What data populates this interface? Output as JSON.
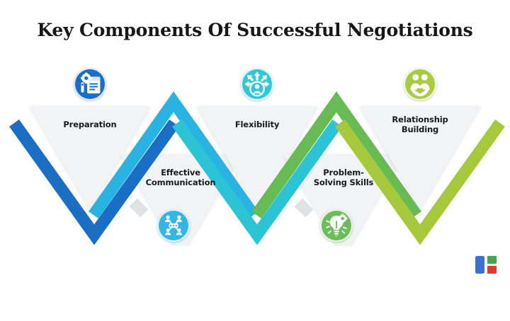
{
  "slide": {
    "title": "Key Components Of Successful Negotiations",
    "background_color": "#ffffff",
    "triangle_fill": "#f1f2f3"
  },
  "steps": [
    {
      "id": "preparation",
      "label": "Preparation",
      "icon": "clipboard-gear-icon",
      "color": "#1a6fc4",
      "icon_bg": "#1a6fc4",
      "position": "top"
    },
    {
      "id": "effective-communication",
      "label": "Effective\nCommunication",
      "icon": "people-network-icon",
      "color": "#29b3e3",
      "icon_bg": "#33b5e5",
      "position": "bottom"
    },
    {
      "id": "flexibility",
      "label": "Flexibility",
      "icon": "person-arrows-icon",
      "color": "#2bc4d4",
      "icon_bg": "#2ec9d6",
      "position": "top"
    },
    {
      "id": "problem-solving-skills",
      "label": "Problem-\nSolving Skills",
      "icon": "lightbulb-gear-icon",
      "color": "#66bb53",
      "icon_bg": "#6bbe57",
      "position": "bottom"
    },
    {
      "id": "relationship-building",
      "label": "Relationship\nBuilding",
      "icon": "people-heart-icon",
      "color": "#a6c93c",
      "icon_bg": "#a9cb3e",
      "position": "top"
    }
  ],
  "logo": {
    "name": "google-slides-logo",
    "colors": {
      "blue": "#3b6fd4",
      "green": "#3fa84f",
      "red": "#e03b2f"
    }
  }
}
